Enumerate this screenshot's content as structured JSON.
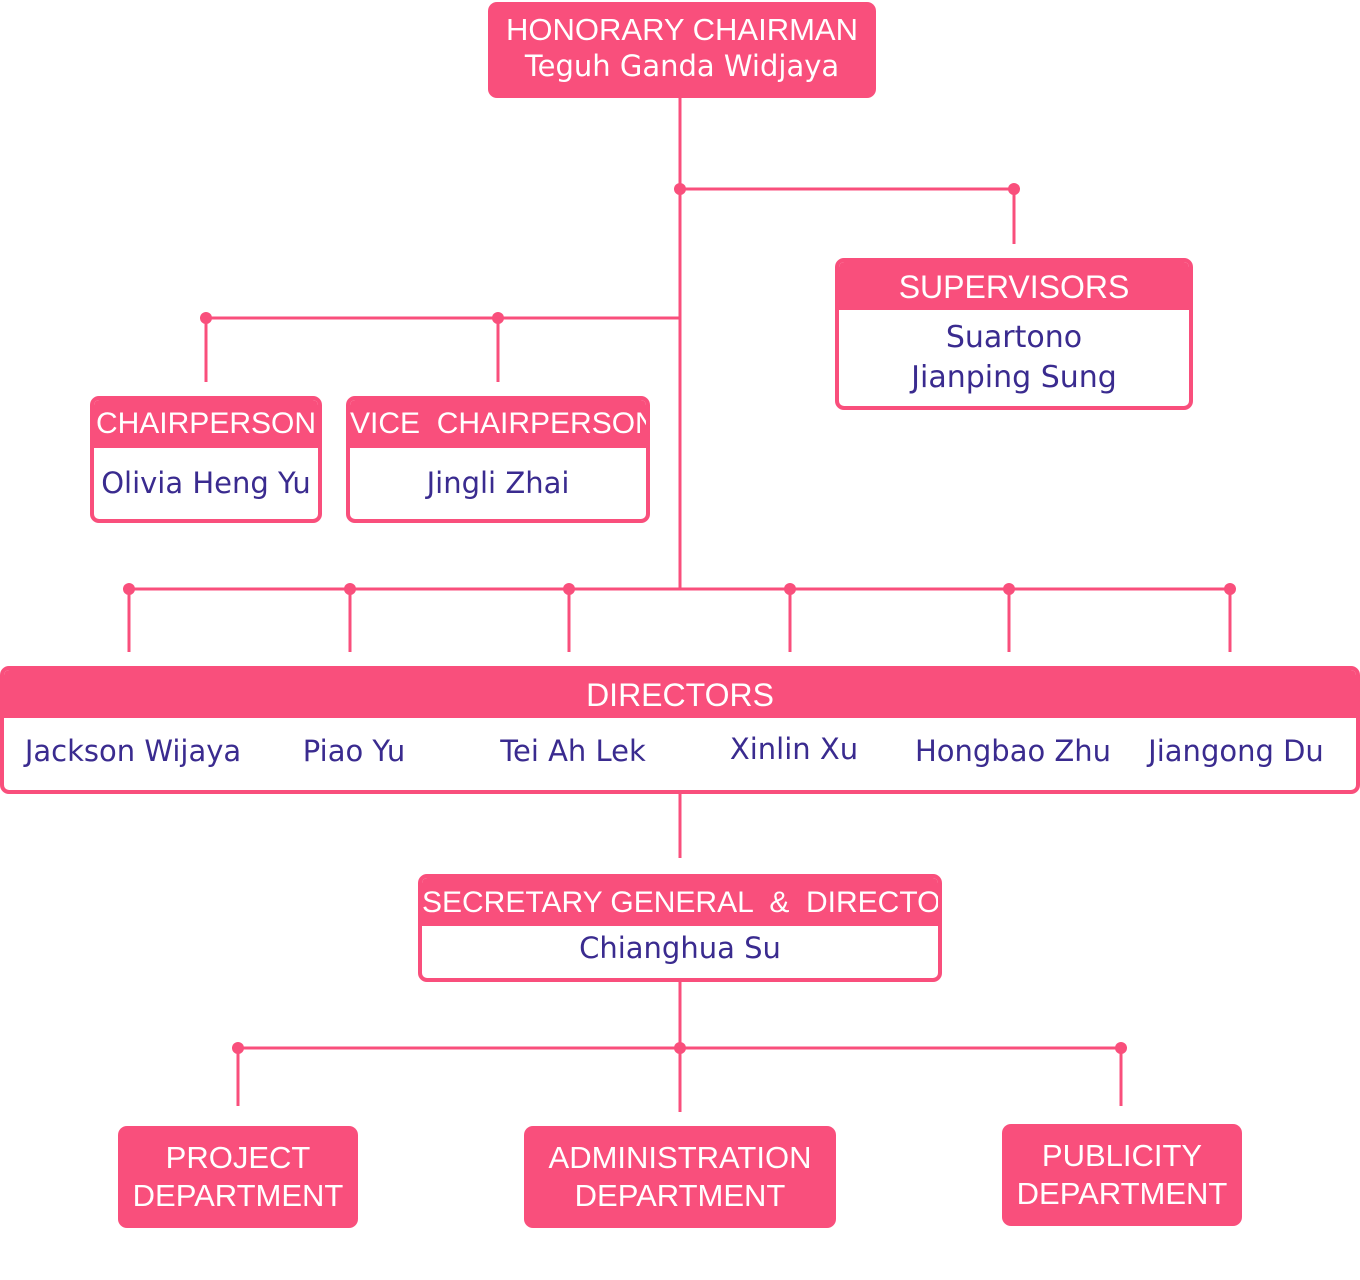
{
  "colors": {
    "accent": "#f94f7c",
    "name_text": "#3a2b8f",
    "header_text": "#ffffff",
    "background": "#ffffff"
  },
  "honorary": {
    "title": "HONORARY CHAIRMAN",
    "name": "Teguh Ganda Widjaya"
  },
  "supervisors": {
    "title": "SUPERVISORS",
    "names": [
      "Suartono",
      "Jianping Sung"
    ]
  },
  "chairperson": {
    "title": "CHAIRPERSON",
    "name": "Olivia Heng Yu"
  },
  "vice_chairperson": {
    "title": "VICE  CHAIRPERSON",
    "name": "Jingli Zhai"
  },
  "directors": {
    "title": "DIRECTORS",
    "names": [
      "Jackson Wijaya",
      "Piao Yu",
      "Tei Ah Lek",
      "Xinlin Xu",
      "Hongbao Zhu",
      "Jiangong Du"
    ]
  },
  "secretary": {
    "title": "SECRETARY GENERAL  &  DIRECTOR",
    "name": "Chianghua Su"
  },
  "departments": [
    {
      "line1": "PROJECT",
      "line2": "DEPARTMENT"
    },
    {
      "line1": "ADMINISTRATION",
      "line2": "DEPARTMENT"
    },
    {
      "line1": "PUBLICITY",
      "line2": "DEPARTMENT"
    }
  ]
}
